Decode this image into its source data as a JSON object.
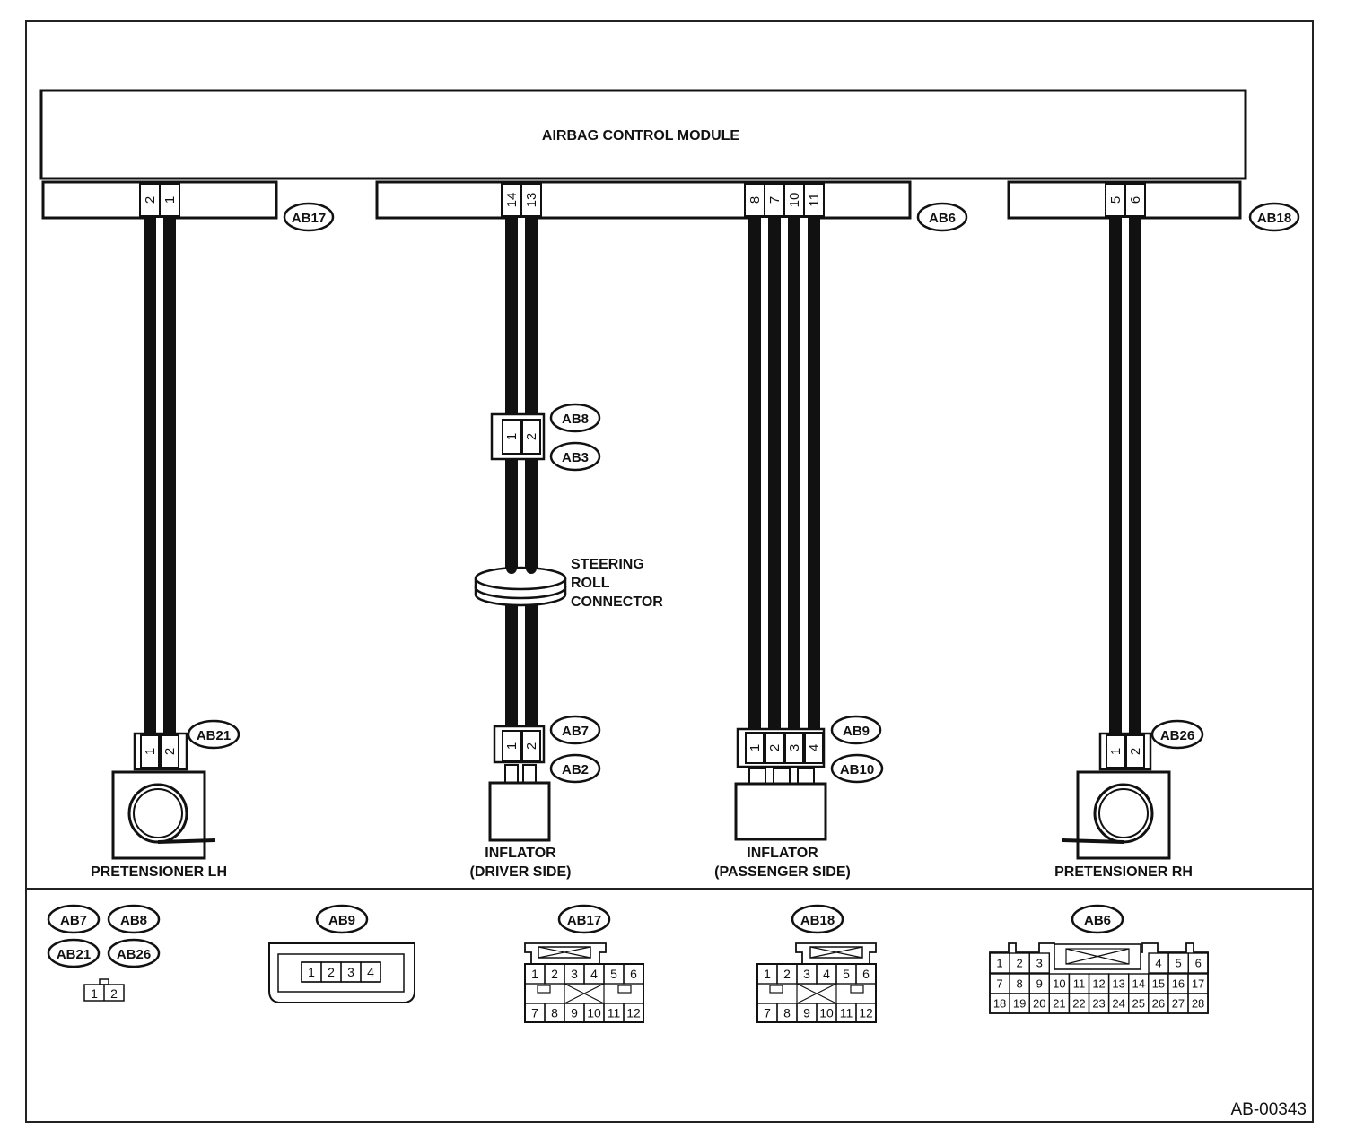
{
  "module": {
    "title": "AIRBAG CONTROL MODULE"
  },
  "connector_tags": {
    "ab17": "AB17",
    "ab6": "AB6",
    "ab18": "AB18",
    "ab8": "AB8",
    "ab3": "AB3",
    "ab21": "AB21",
    "ab7": "AB7",
    "ab2": "AB2",
    "ab9": "AB9",
    "ab10": "AB10",
    "ab26": "AB26"
  },
  "module_pins": {
    "ab17": [
      "2",
      "1"
    ],
    "ab6_driver": [
      "14",
      "13"
    ],
    "ab6_passenger": [
      "8",
      "7",
      "10",
      "11"
    ],
    "ab18": [
      "5",
      "6"
    ]
  },
  "inline_pins": {
    "ab8": [
      "1",
      "2"
    ],
    "ab21": [
      "1",
      "2"
    ],
    "ab7": [
      "1",
      "2"
    ],
    "ab9": [
      "1",
      "2",
      "3",
      "4"
    ],
    "ab26": [
      "1",
      "2"
    ]
  },
  "components": {
    "steering_roll": [
      "STEERING",
      "ROLL",
      "CONNECTOR"
    ],
    "pretensioner_lh": "PRETENSIONER LH",
    "inflator_driver": [
      "INFLATOR",
      "(DRIVER SIDE)"
    ],
    "inflator_passenger": [
      "INFLATOR",
      "(PASSENGER SIDE)"
    ],
    "pretensioner_rh": "PRETENSIONER RH"
  },
  "legend": {
    "group_small": {
      "tags": [
        "AB7",
        "AB8",
        "AB21",
        "AB26"
      ],
      "pins": [
        "1",
        "2"
      ]
    },
    "ab9": {
      "tag": "AB9",
      "pins": [
        "1",
        "2",
        "3",
        "4"
      ]
    },
    "ab17": {
      "tag": "AB17",
      "row1": [
        "1",
        "2",
        "3",
        "4",
        "5",
        "6"
      ],
      "row2": [
        "7",
        "8",
        "9",
        "10",
        "11",
        "12"
      ]
    },
    "ab18": {
      "tag": "AB18",
      "row1": [
        "1",
        "2",
        "3",
        "4",
        "5",
        "6"
      ],
      "row2": [
        "7",
        "8",
        "9",
        "10",
        "11",
        "12"
      ]
    },
    "ab6": {
      "tag": "AB6",
      "row1a": [
        "1",
        "2",
        "3"
      ],
      "row1b": [
        "4",
        "5",
        "6"
      ],
      "row2": [
        "7",
        "8",
        "9",
        "10",
        "11",
        "12",
        "13",
        "14",
        "15",
        "16",
        "17"
      ],
      "row3": [
        "18",
        "19",
        "20",
        "21",
        "22",
        "23",
        "24",
        "25",
        "26",
        "27",
        "28"
      ]
    }
  },
  "figure_id": "AB-00343"
}
